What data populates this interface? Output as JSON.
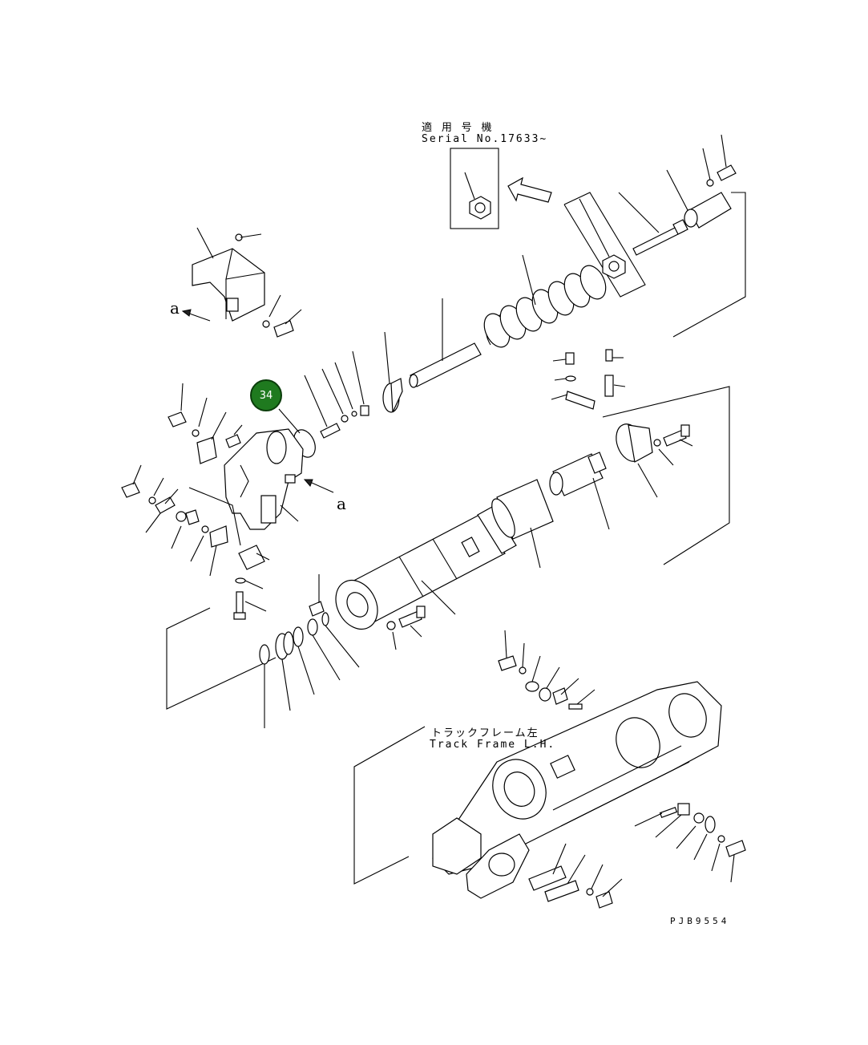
{
  "serial_note": {
    "line_jp": "適 用 号 機",
    "line_en": "Serial No.17633~"
  },
  "frame_label": {
    "line_jp": "トラックフレーム左",
    "line_en": "Track Frame L.H."
  },
  "view_marks": {
    "upper": "a",
    "lower": "a"
  },
  "callout": {
    "number": "34",
    "color": "#1f7a1f"
  },
  "drawing_code": "PJB9554"
}
